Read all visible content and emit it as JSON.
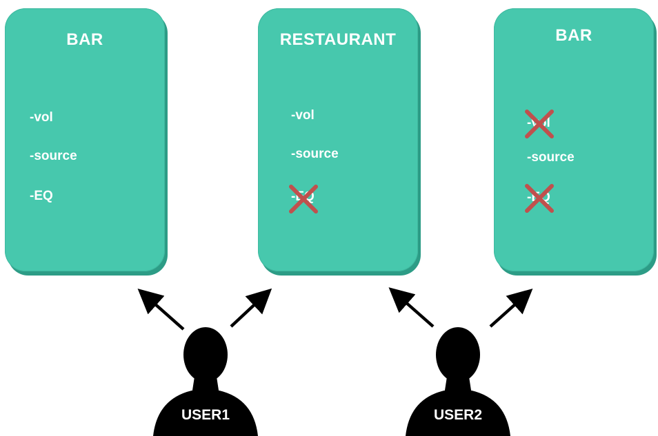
{
  "zones": [
    {
      "title": "BAR",
      "items": [
        "-vol",
        "-source",
        "-EQ"
      ]
    },
    {
      "title": "RESTAURANT",
      "items": [
        "-vol",
        "-source",
        "-EQ"
      ],
      "crossed": [
        2
      ]
    },
    {
      "title": "BAR",
      "items": [
        "-vol",
        "-source",
        "-EQ"
      ],
      "crossed": [
        0,
        2
      ]
    }
  ],
  "users": [
    {
      "label": "USER1"
    },
    {
      "label": "USER2"
    }
  ],
  "colors": {
    "zone_fill": "#47c8ad",
    "zone_shadow": "#2d9c86",
    "cross": "#c0504d",
    "user": "#000000"
  }
}
